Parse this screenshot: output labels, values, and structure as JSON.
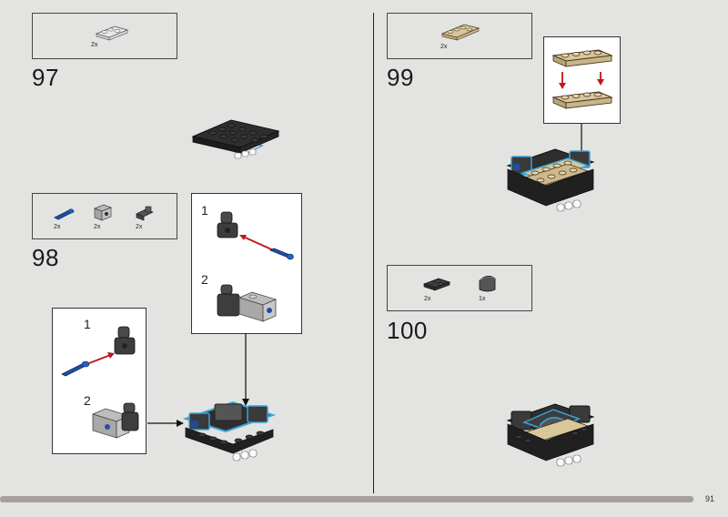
{
  "page": {
    "number": "91"
  },
  "steps": [
    {
      "number": "97",
      "parts": [
        {
          "qty": "2x",
          "icon": "light-gray-plate-1x3-icon"
        }
      ]
    },
    {
      "number": "98",
      "parts": [
        {
          "qty": "2x",
          "icon": "blue-axle-pin-icon"
        },
        {
          "qty": "2x",
          "icon": "gray-technic-brick-icon"
        },
        {
          "qty": "2x",
          "icon": "dark-gray-connector-icon"
        }
      ],
      "callout_a": {
        "sub1": "1",
        "sub2": "2"
      },
      "callout_b": {
        "sub1": "1",
        "sub2": "2"
      }
    },
    {
      "number": "99",
      "parts": [
        {
          "qty": "2x",
          "icon": "tan-plate-1x4-icon"
        }
      ]
    },
    {
      "number": "100",
      "parts": [
        {
          "qty": "2x",
          "icon": "dark-gray-plate-icon"
        },
        {
          "qty": "1x",
          "icon": "dark-gray-curved-slope-icon"
        }
      ]
    }
  ],
  "colors": {
    "background": "#e3e3e1",
    "accent_outline": "#3ba3d8",
    "arrow_red": "#c0161c",
    "tan": "#d9c79c",
    "black_brick": "#2b2b2b",
    "progress_bar": "#a79f9b"
  }
}
